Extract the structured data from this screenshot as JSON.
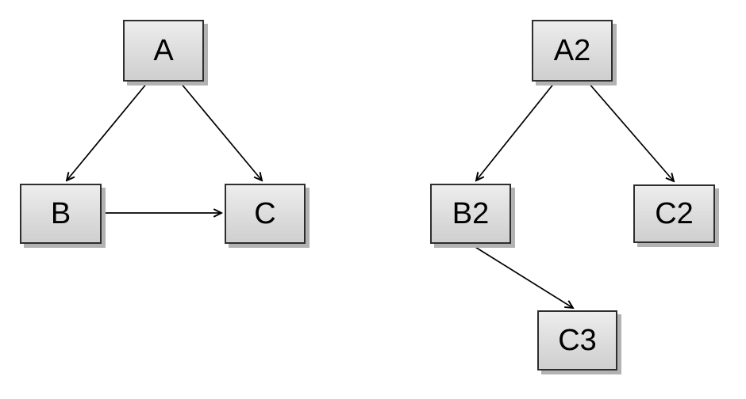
{
  "page": {
    "background_color": "#ffffff"
  },
  "style": {
    "node_border_color": "#2e2e2e",
    "node_fill_top": "#ededed",
    "node_fill_bottom": "#cfcfcf",
    "node_shadow_color": "#b2b2b2",
    "arrow_color": "#000000",
    "text_color": "#000000"
  },
  "diagram": {
    "type": "directed-graph",
    "graphs": [
      {
        "name": "left-graph",
        "nodes": [
          {
            "id": "A",
            "label": "A"
          },
          {
            "id": "B",
            "label": "B"
          },
          {
            "id": "C",
            "label": "C"
          }
        ],
        "edges": [
          {
            "from": "A",
            "to": "B"
          },
          {
            "from": "A",
            "to": "C"
          },
          {
            "from": "B",
            "to": "C"
          }
        ]
      },
      {
        "name": "right-graph",
        "nodes": [
          {
            "id": "A2",
            "label": "A2"
          },
          {
            "id": "B2",
            "label": "B2"
          },
          {
            "id": "C2",
            "label": "C2"
          },
          {
            "id": "C3",
            "label": "C3"
          }
        ],
        "edges": [
          {
            "from": "A2",
            "to": "B2"
          },
          {
            "from": "A2",
            "to": "C2"
          },
          {
            "from": "B2",
            "to": "C3"
          }
        ]
      }
    ]
  }
}
